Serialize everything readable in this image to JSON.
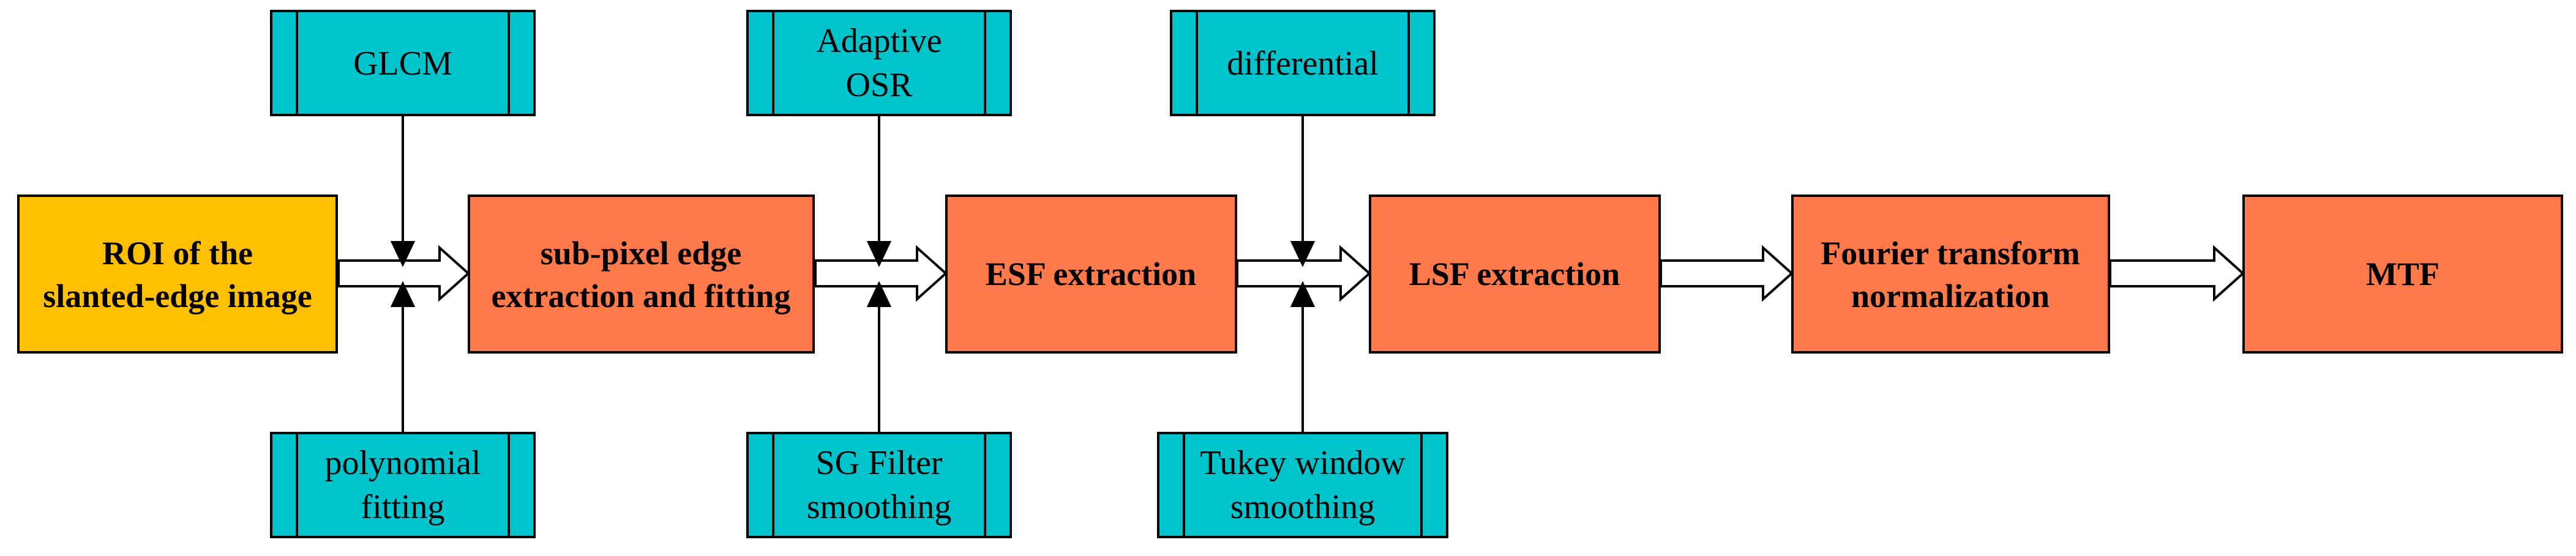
{
  "colors": {
    "input": "#FFC000",
    "process": "#FF7A4A",
    "method": "#00C4CC",
    "stroke": "#000000",
    "arrow_fill": "#ffffff"
  },
  "main_boxes": [
    {
      "id": "roi",
      "lines": [
        "ROI of the",
        "slanted-edge image"
      ],
      "role": "input"
    },
    {
      "id": "subpixel",
      "lines": [
        "sub-pixel edge",
        "extraction and fitting"
      ],
      "role": "process"
    },
    {
      "id": "esf",
      "lines": [
        "ESF extraction"
      ],
      "role": "process"
    },
    {
      "id": "lsf",
      "lines": [
        "LSF extraction"
      ],
      "role": "process"
    },
    {
      "id": "fourier",
      "lines": [
        "Fourier transform",
        "normalization"
      ],
      "role": "process"
    },
    {
      "id": "mtf",
      "lines": [
        "MTF"
      ],
      "role": "process"
    }
  ],
  "method_boxes": [
    {
      "id": "glcm",
      "lines": [
        "GLCM"
      ],
      "row": "top"
    },
    {
      "id": "polynomial",
      "lines": [
        "polynomial",
        "fitting"
      ],
      "row": "bottom"
    },
    {
      "id": "adaptive-osr",
      "lines": [
        "Adaptive",
        "OSR"
      ],
      "row": "top"
    },
    {
      "id": "sg-filter",
      "lines": [
        "SG Filter",
        "smoothing"
      ],
      "row": "bottom"
    },
    {
      "id": "differential",
      "lines": [
        "differential"
      ],
      "row": "top"
    },
    {
      "id": "tukey",
      "lines": [
        "Tukey window",
        "smoothing"
      ],
      "row": "bottom"
    }
  ]
}
